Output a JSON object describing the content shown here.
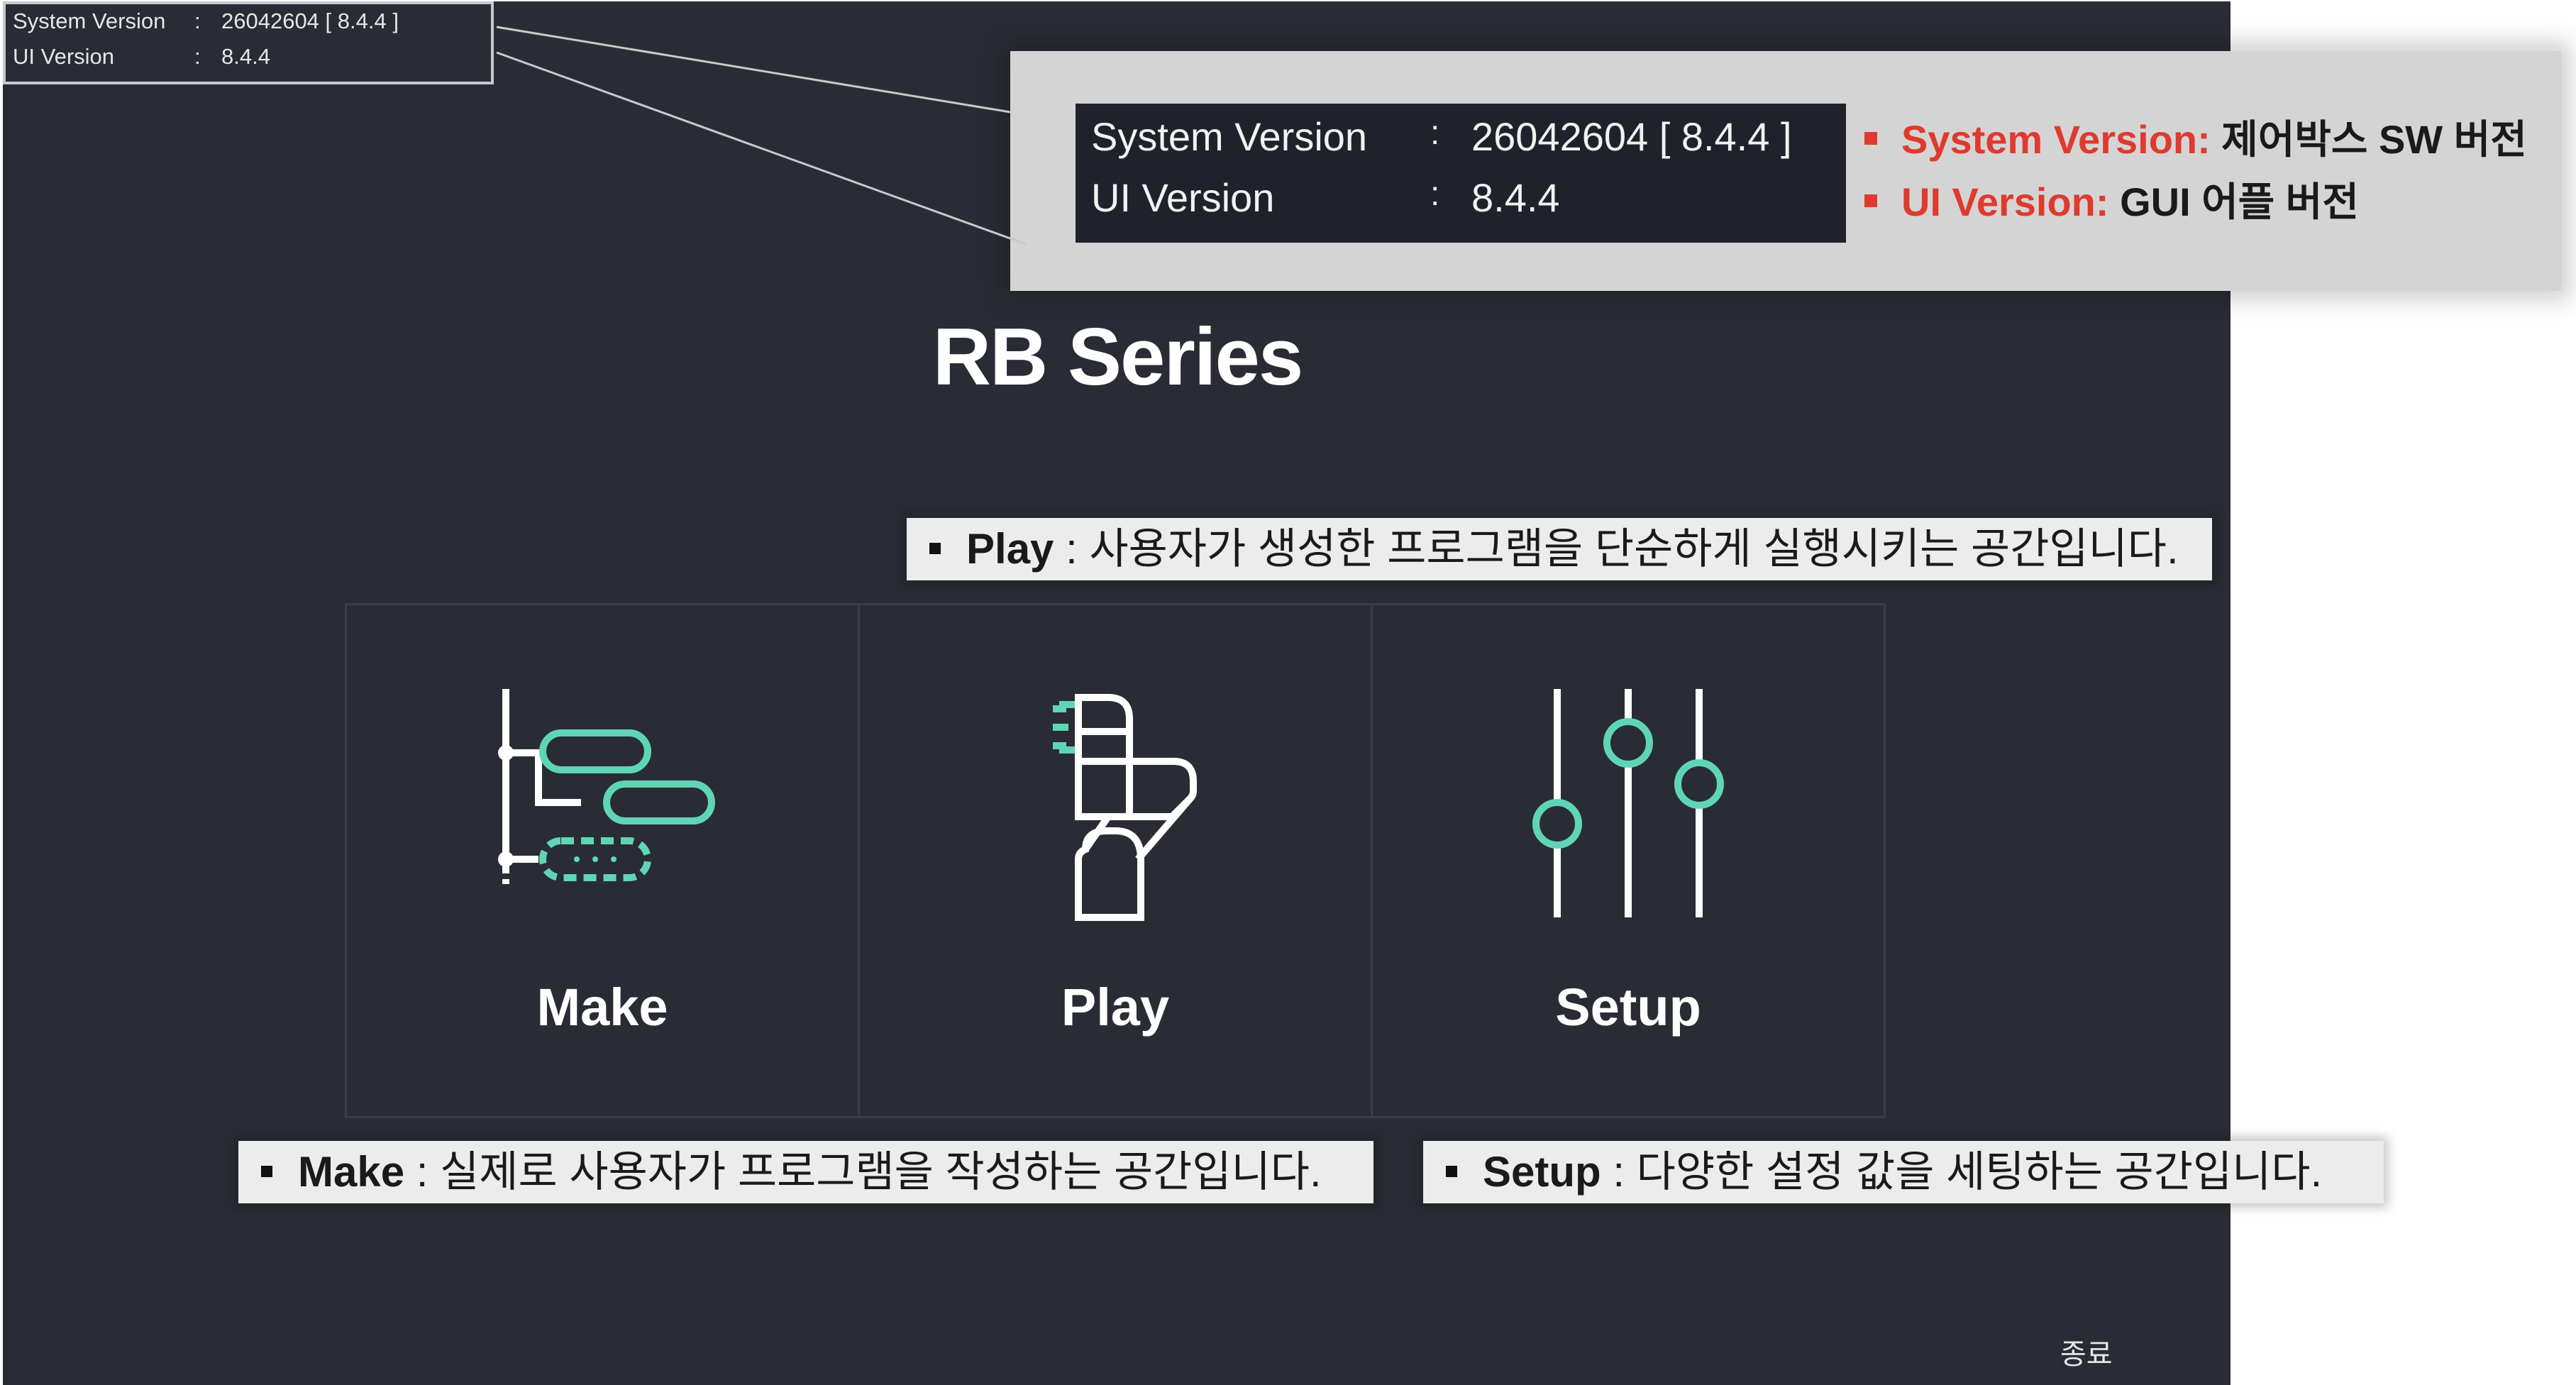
{
  "version_small": {
    "system_label": "System Version",
    "system_sep": ":",
    "system_value": "26042604 [ 8.4.4 ]",
    "ui_label": "UI Version",
    "ui_sep": ":",
    "ui_value": "8.4.4"
  },
  "version_zoom": {
    "system_label": "System Version",
    "system_sep": ":",
    "system_value": "26042604 [ 8.4.4 ]",
    "ui_label": "UI Version",
    "ui_sep": ":",
    "ui_value": "8.4.4"
  },
  "version_notes": [
    {
      "key": "System Version:",
      "desc": " 제어박스 SW 버전"
    },
    {
      "key": "UI Version:",
      "desc": " GUI 어플 버전"
    }
  ],
  "title": "RB Series",
  "tiles": [
    {
      "label": "Make",
      "icon": "make-icon"
    },
    {
      "label": "Play",
      "icon": "robot-arm-icon"
    },
    {
      "label": "Setup",
      "icon": "sliders-icon"
    }
  ],
  "annotations": {
    "play": {
      "key": "Play",
      "desc": " : 사용자가 생성한 프로그램을 단순하게 실행시키는 공간입니다."
    },
    "make": {
      "key": "Make",
      "desc": " : 실제로 사용자가 프로그램을 작성하는 공간입니다."
    },
    "setup": {
      "key": "Setup",
      "desc": " : 다양한 설정 값을 세팅하는 공간입니다."
    }
  },
  "exit_label": "종료",
  "colors": {
    "background": "#2a2c35",
    "accent": "#5fd6b3",
    "note_key": "#e03a2e"
  }
}
